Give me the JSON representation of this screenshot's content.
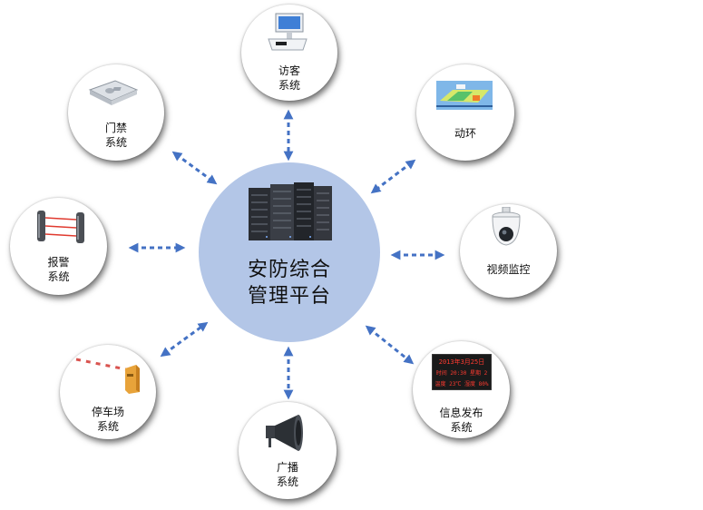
{
  "center": {
    "line1": "安防综合",
    "line2": "管理平台"
  },
  "nodes": [
    {
      "id": "visitor",
      "line1": "访客",
      "line2": "系统"
    },
    {
      "id": "door",
      "line1": "门禁",
      "line2": "系统"
    },
    {
      "id": "env",
      "line1": "动环",
      "line2": ""
    },
    {
      "id": "alarm",
      "line1": "报警",
      "line2": "系统"
    },
    {
      "id": "video",
      "line1": "视频监控",
      "line2": ""
    },
    {
      "id": "parking",
      "line1": "停车场",
      "line2": "系统"
    },
    {
      "id": "broadcast",
      "line1": "广播",
      "line2": "系统"
    },
    {
      "id": "info",
      "line1": "信息发布",
      "line2": "系统"
    }
  ],
  "led_display": {
    "row1": "2013年3月25日",
    "row2": "时间 20:30 星期 2",
    "row3": "温度 23℃ 湿度 80%"
  },
  "colors": {
    "hub": "#b3c6e7",
    "arrow": "#4472c4"
  }
}
